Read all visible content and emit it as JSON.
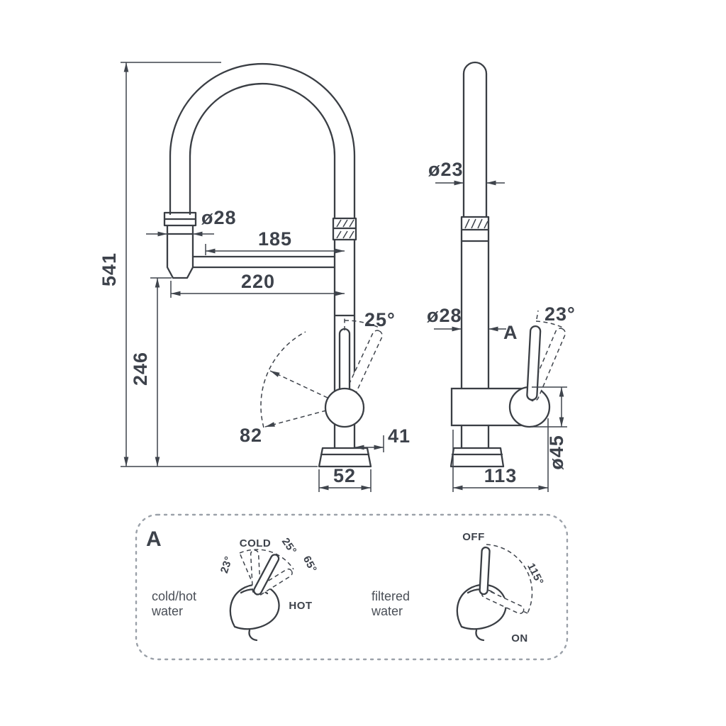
{
  "colors": {
    "background": "#ffffff",
    "line": "#3a3e44",
    "text": "#3d424b",
    "panel_border": "#9ba1a9"
  },
  "front_view": {
    "total_height": "541",
    "spout_height": "246",
    "spray_head_diameter": "ø28",
    "reach_upper": "185",
    "reach_lower": "220",
    "handle_tilt_angle": "25°",
    "handle_swing": "82",
    "handle_offset": "41",
    "base_width": "52"
  },
  "side_view": {
    "tube_diameter": "ø23",
    "column_diameter": "ø28",
    "handle_tilt_angle": "23°",
    "detail_marker": "A",
    "base_diameter": "ø45",
    "depth": "113"
  },
  "detail_panel": {
    "marker": "A",
    "mixer": {
      "cold_label": "COLD",
      "angle_mid": "25°",
      "angle_full": "65°",
      "angle_back": "23°",
      "hot_label": "HOT",
      "caption_line1": "cold/hot",
      "caption_line2": "water"
    },
    "filter": {
      "off_label": "OFF",
      "angle": "115°",
      "on_label": "ON",
      "caption_line1": "filtered",
      "caption_line2": "water"
    }
  }
}
